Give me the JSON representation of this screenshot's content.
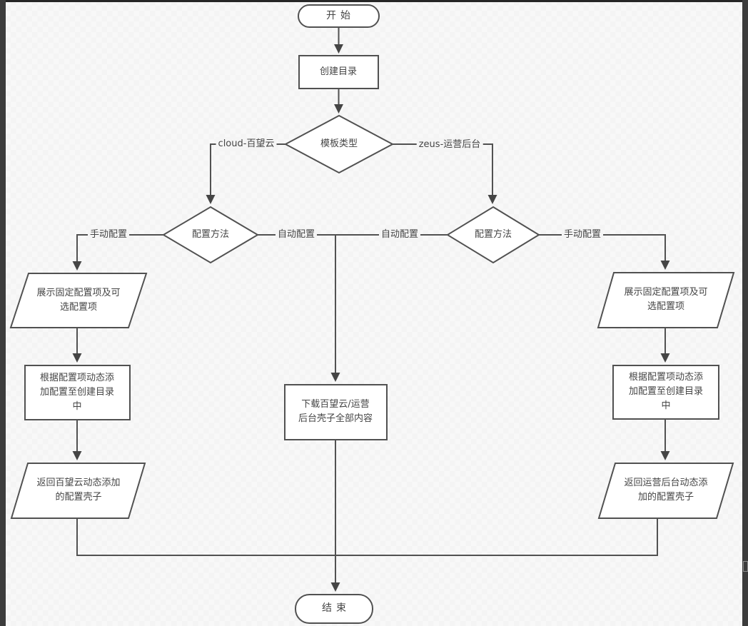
{
  "canvas": {
    "background_color": "#f4f4f4",
    "shape_stroke_color": "#515151",
    "shape_fill_color": "#ffffff",
    "text_color": "#454545",
    "edge_color": "#515151"
  },
  "nodes": {
    "start": "开始",
    "create_directory": "创建目录",
    "template_type": "模板类型",
    "config_method_left": "配置方法",
    "config_method_right": "配置方法",
    "show_fixed_options_left": "展示固定配置项及可选配置项",
    "add_config_left": "根据配置项动态添加配置至创建目录中",
    "return_left": "返回百望云动态添加的配置壳子",
    "download_center": "下载百望云/运营后台壳子全部内容",
    "show_fixed_options_right": "展示固定配置项及可选配置项",
    "add_config_right": "根据配置项动态添加配置至创建目录中",
    "return_right": "返回运营后台动态添加的配置壳子",
    "end": "结束"
  },
  "edge_labels": {
    "cloud_branch": "cloud-百望云",
    "zeus_branch": "zeus-运营后台",
    "manual_left": "手动配置",
    "auto_left": "自动配置",
    "auto_right": "自动配置",
    "manual_right": "手动配置"
  }
}
